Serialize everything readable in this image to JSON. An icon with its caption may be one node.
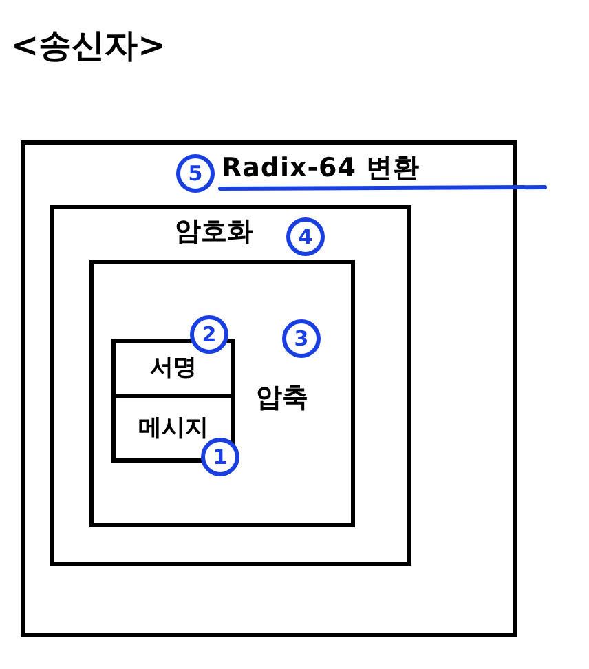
{
  "diagram": {
    "title": "<송신자>",
    "nodes": [
      {
        "text": [
          "Radix-64 변환"
        ]
      },
      {
        "text": [
          "암호화"
        ],
        "in": 0
      },
      {
        "text": [
          "압축"
        ],
        "in": 1
      },
      {
        "text": [
          "서명"
        ],
        "in": 2
      },
      {
        "text": [
          "메시지"
        ],
        "in": 2
      }
    ],
    "labels": [
      "5",
      "4",
      "2",
      "3",
      "1"
    ]
  }
}
